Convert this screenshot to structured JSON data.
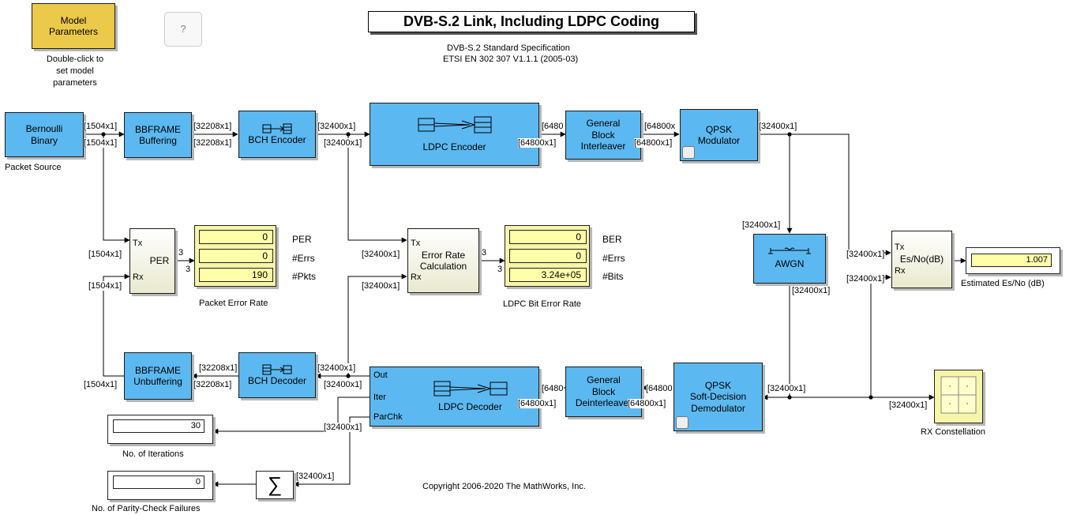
{
  "header": {
    "title": "DVB-S.2 Link, Including LDPC Coding",
    "spec_line1": "DVB-S.2 Standard Specification",
    "spec_line2": "ETSI EN 302 307 V1.1.1 (2005-03)",
    "copyright": "Copyright 2006-2020 The MathWorks, Inc."
  },
  "model_params": {
    "button": "Model\nParameters",
    "help": "?",
    "caption": "Double-click to\nset model parameters"
  },
  "blocks": {
    "bernoulli": "Bernoulli\nBinary",
    "bernoulli_caption": "Packet Source",
    "bbframe_buf": "BBFRAME\nBuffering",
    "bch_enc": "BCH Encoder",
    "ldpc_enc": "LDPC Encoder",
    "interleaver": "General\nBlock\nInterleaver",
    "qpsk_mod": "QPSK\nModulator",
    "awgn": "AWGN",
    "es_no": "Es/No(dB)",
    "es_no_tx": "Tx",
    "es_no_rx": "Rx",
    "es_no_caption": "Estimated Es/No (dB)",
    "per": "PER",
    "per_tx": "Tx",
    "per_rx": "Rx",
    "per_caption": "Packet Error Rate",
    "err_calc": "Error Rate\nCalculation",
    "err_tx": "Tx",
    "err_rx": "Rx",
    "ber_caption": "LDPC Bit Error Rate",
    "bbframe_unbuf": "BBFRAME\nUnbuffering",
    "bch_dec": "BCH Decoder",
    "ldpc_dec": "LDPC Decoder",
    "ldpc_out": "Out",
    "ldpc_iter": "Iter",
    "ldpc_parchk": "ParChk",
    "deinterleaver": "General\nBlock\nDeinterleaver",
    "qpsk_demod": "QPSK\nSoft-Decision\nDemodulator",
    "constellation_caption": "RX Constellation",
    "sum": "∑",
    "iter_caption": "No. of Iterations",
    "parity_caption": "No. of Parity-Check Failures"
  },
  "displays": {
    "per_values": [
      "0",
      "0",
      "190"
    ],
    "per_labels": [
      "PER",
      "#Errs",
      "#Pkts"
    ],
    "ber_values": [
      "0",
      "0",
      "3.24e+05"
    ],
    "ber_labels": [
      "BER",
      "#Errs",
      "#Bits"
    ],
    "es_no_value": "1.007",
    "iterations": "30",
    "parity_failures": "0"
  },
  "signal_sizes": {
    "s1504": "[1504x1]",
    "s32208": "[32208x1]",
    "s32400": "[32400x1]",
    "s64800": "[64800x1]",
    "s6480": "[6480",
    "s64800x": "[64800x",
    "s64800o": "[64800",
    "s32400x": "[32400x",
    "vec3": "3"
  }
}
